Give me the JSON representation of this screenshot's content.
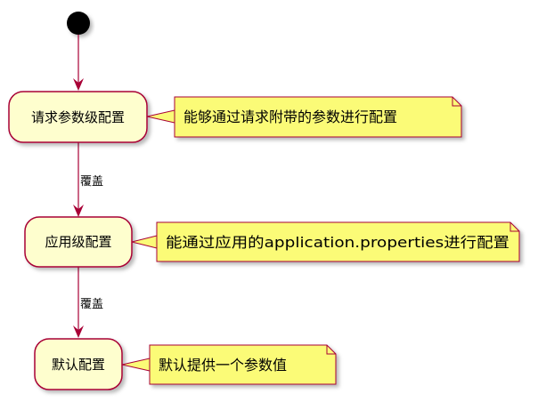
{
  "colors": {
    "activity_fill": "#FEFECE",
    "note_fill": "#FBFB77",
    "border": "#A80036",
    "start": "#000000"
  },
  "activities": [
    {
      "label": "请求参数级配置"
    },
    {
      "label": "应用级配置"
    },
    {
      "label": "默认配置"
    }
  ],
  "notes": [
    {
      "text": "能够通过请求附带的参数进行配置"
    },
    {
      "text": "能通过应用的application.properties进行配置"
    },
    {
      "text": "默认提供一个参数值"
    }
  ],
  "edges": [
    {
      "label": ""
    },
    {
      "label": "覆盖"
    },
    {
      "label": "覆盖"
    }
  ]
}
